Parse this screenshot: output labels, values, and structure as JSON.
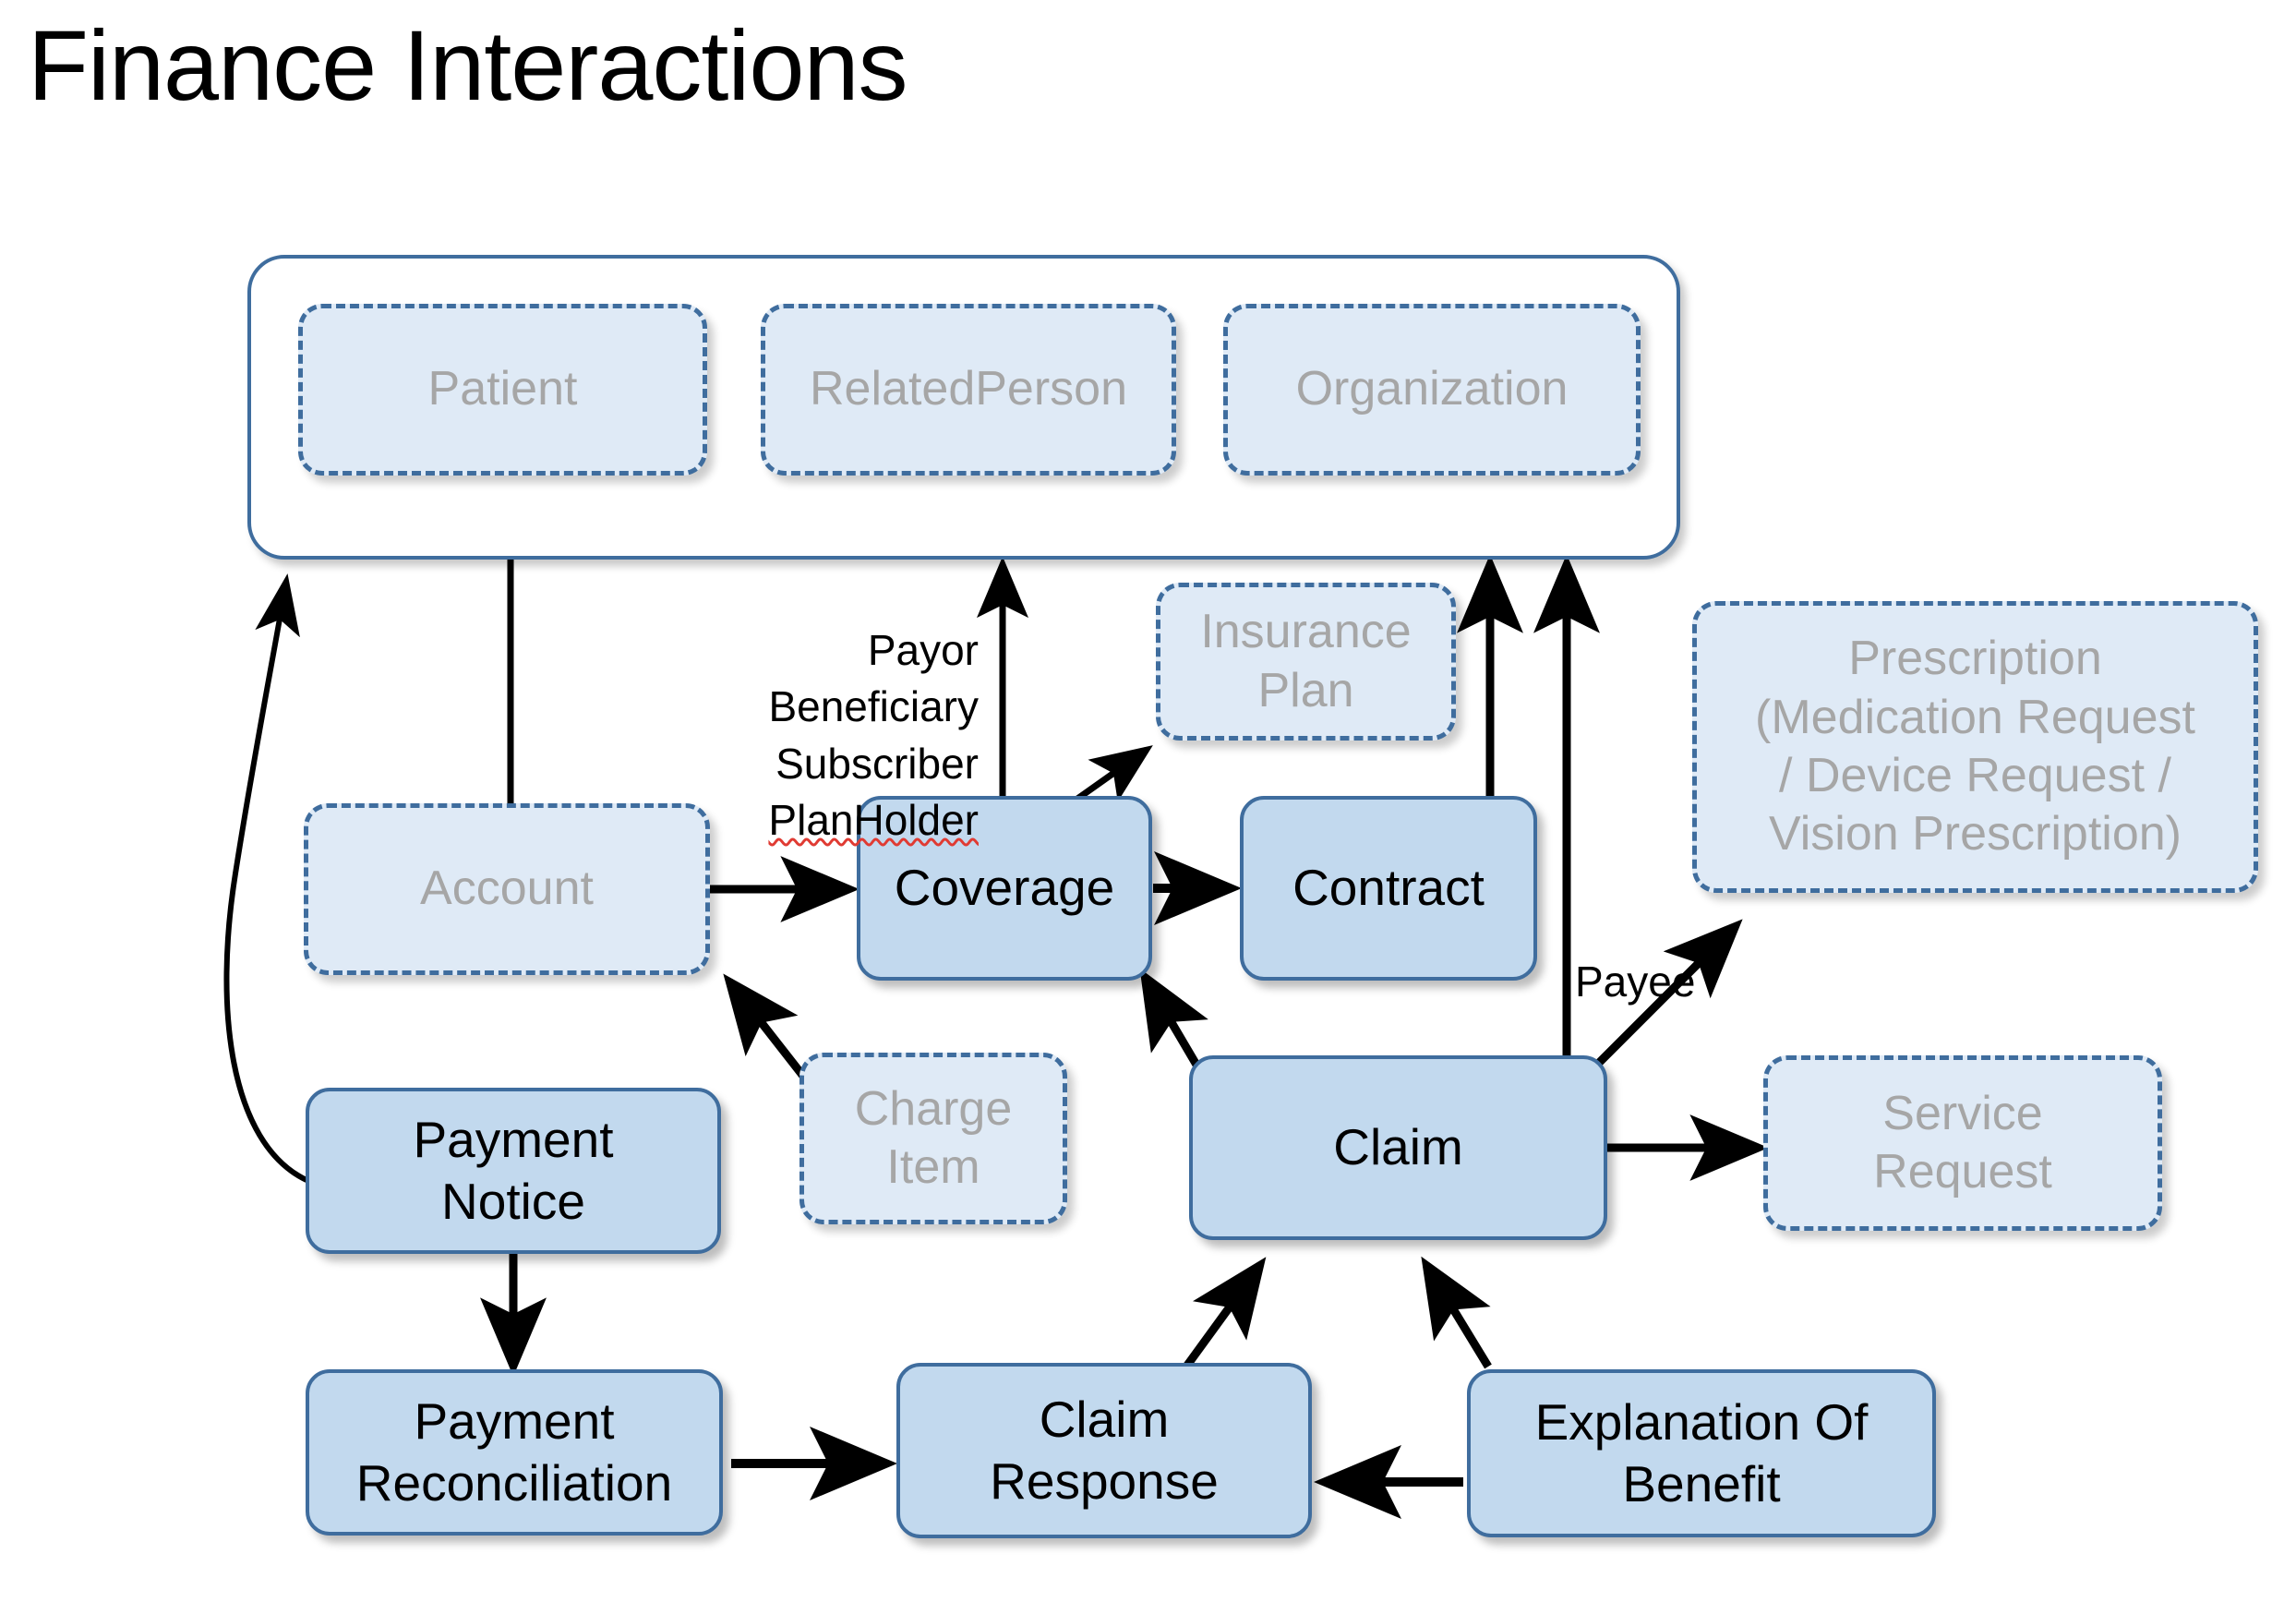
{
  "page": {
    "title": "Finance Interactions",
    "background": "#ffffff",
    "accent_border": "#3f6d9e",
    "solid_fill": "#c2d9ee",
    "dashed_fill": "#dfeaf6",
    "faded_text": "#a6a6a6",
    "active_text": "#000000"
  },
  "diagram": {
    "type": "node-link-diagram",
    "group": {
      "name": "actors-group",
      "label": "",
      "members": [
        "Patient",
        "RelatedPerson",
        "Organization"
      ]
    },
    "nodes": [
      {
        "id": "patient",
        "label": "Patient",
        "style": "dashed"
      },
      {
        "id": "relatedperson",
        "label": "RelatedPerson",
        "style": "dashed"
      },
      {
        "id": "organization",
        "label": "Organization",
        "style": "dashed"
      },
      {
        "id": "insuranceplan",
        "label": "Insurance\nPlan",
        "style": "dashed"
      },
      {
        "id": "prescription",
        "label": "Prescription\n(Medication Request\n/ Device Request /\nVision Prescription)",
        "style": "dashed"
      },
      {
        "id": "account",
        "label": "Account",
        "style": "dashed"
      },
      {
        "id": "chargeitem",
        "label": "Charge\nItem",
        "style": "dashed"
      },
      {
        "id": "servicerequest",
        "label": "Service\nRequest",
        "style": "dashed"
      },
      {
        "id": "coverage",
        "label": "Coverage",
        "style": "solid"
      },
      {
        "id": "contract",
        "label": "Contract",
        "style": "solid"
      },
      {
        "id": "claim",
        "label": "Claim",
        "style": "solid"
      },
      {
        "id": "paymentnotice",
        "label": "Payment\nNotice",
        "style": "solid"
      },
      {
        "id": "paymentrecon",
        "label": "Payment\nReconciliation",
        "style": "solid"
      },
      {
        "id": "claimresponse",
        "label": "Claim\nResponse",
        "style": "solid"
      },
      {
        "id": "eob",
        "label": "Explanation Of\nBenefit",
        "style": "solid"
      }
    ],
    "edge_labels": [
      {
        "id": "coverage-roles",
        "text": "Payor\nBeneficiary\nSubscriber\nPlanHolder",
        "misspelled_line": "PlanHolder"
      },
      {
        "id": "payee",
        "text": "Payee",
        "misspelled_line": ""
      }
    ],
    "edges": [
      {
        "from": "account",
        "to": "patient",
        "label": ""
      },
      {
        "from": "account",
        "to": "coverage",
        "label": ""
      },
      {
        "from": "coverage",
        "to": "actors-group",
        "label": "Payor Beneficiary Subscriber PlanHolder"
      },
      {
        "from": "coverage",
        "to": "insuranceplan",
        "label": ""
      },
      {
        "from": "coverage",
        "to": "contract",
        "label": ""
      },
      {
        "from": "contract",
        "to": "actors-group",
        "label": ""
      },
      {
        "from": "chargeitem",
        "to": "account",
        "label": ""
      },
      {
        "from": "claim",
        "to": "coverage",
        "label": ""
      },
      {
        "from": "claim",
        "to": "actors-group",
        "label": "Payee"
      },
      {
        "from": "claim",
        "to": "prescription",
        "label": ""
      },
      {
        "from": "claim",
        "to": "servicerequest",
        "label": ""
      },
      {
        "from": "paymentnotice",
        "to": "actors-group",
        "label": ""
      },
      {
        "from": "paymentnotice",
        "to": "paymentrecon",
        "label": ""
      },
      {
        "from": "paymentrecon",
        "to": "claimresponse",
        "label": ""
      },
      {
        "from": "claimresponse",
        "to": "claim",
        "label": ""
      },
      {
        "from": "eob",
        "to": "claimresponse",
        "label": ""
      },
      {
        "from": "eob",
        "to": "claim",
        "label": ""
      }
    ]
  }
}
